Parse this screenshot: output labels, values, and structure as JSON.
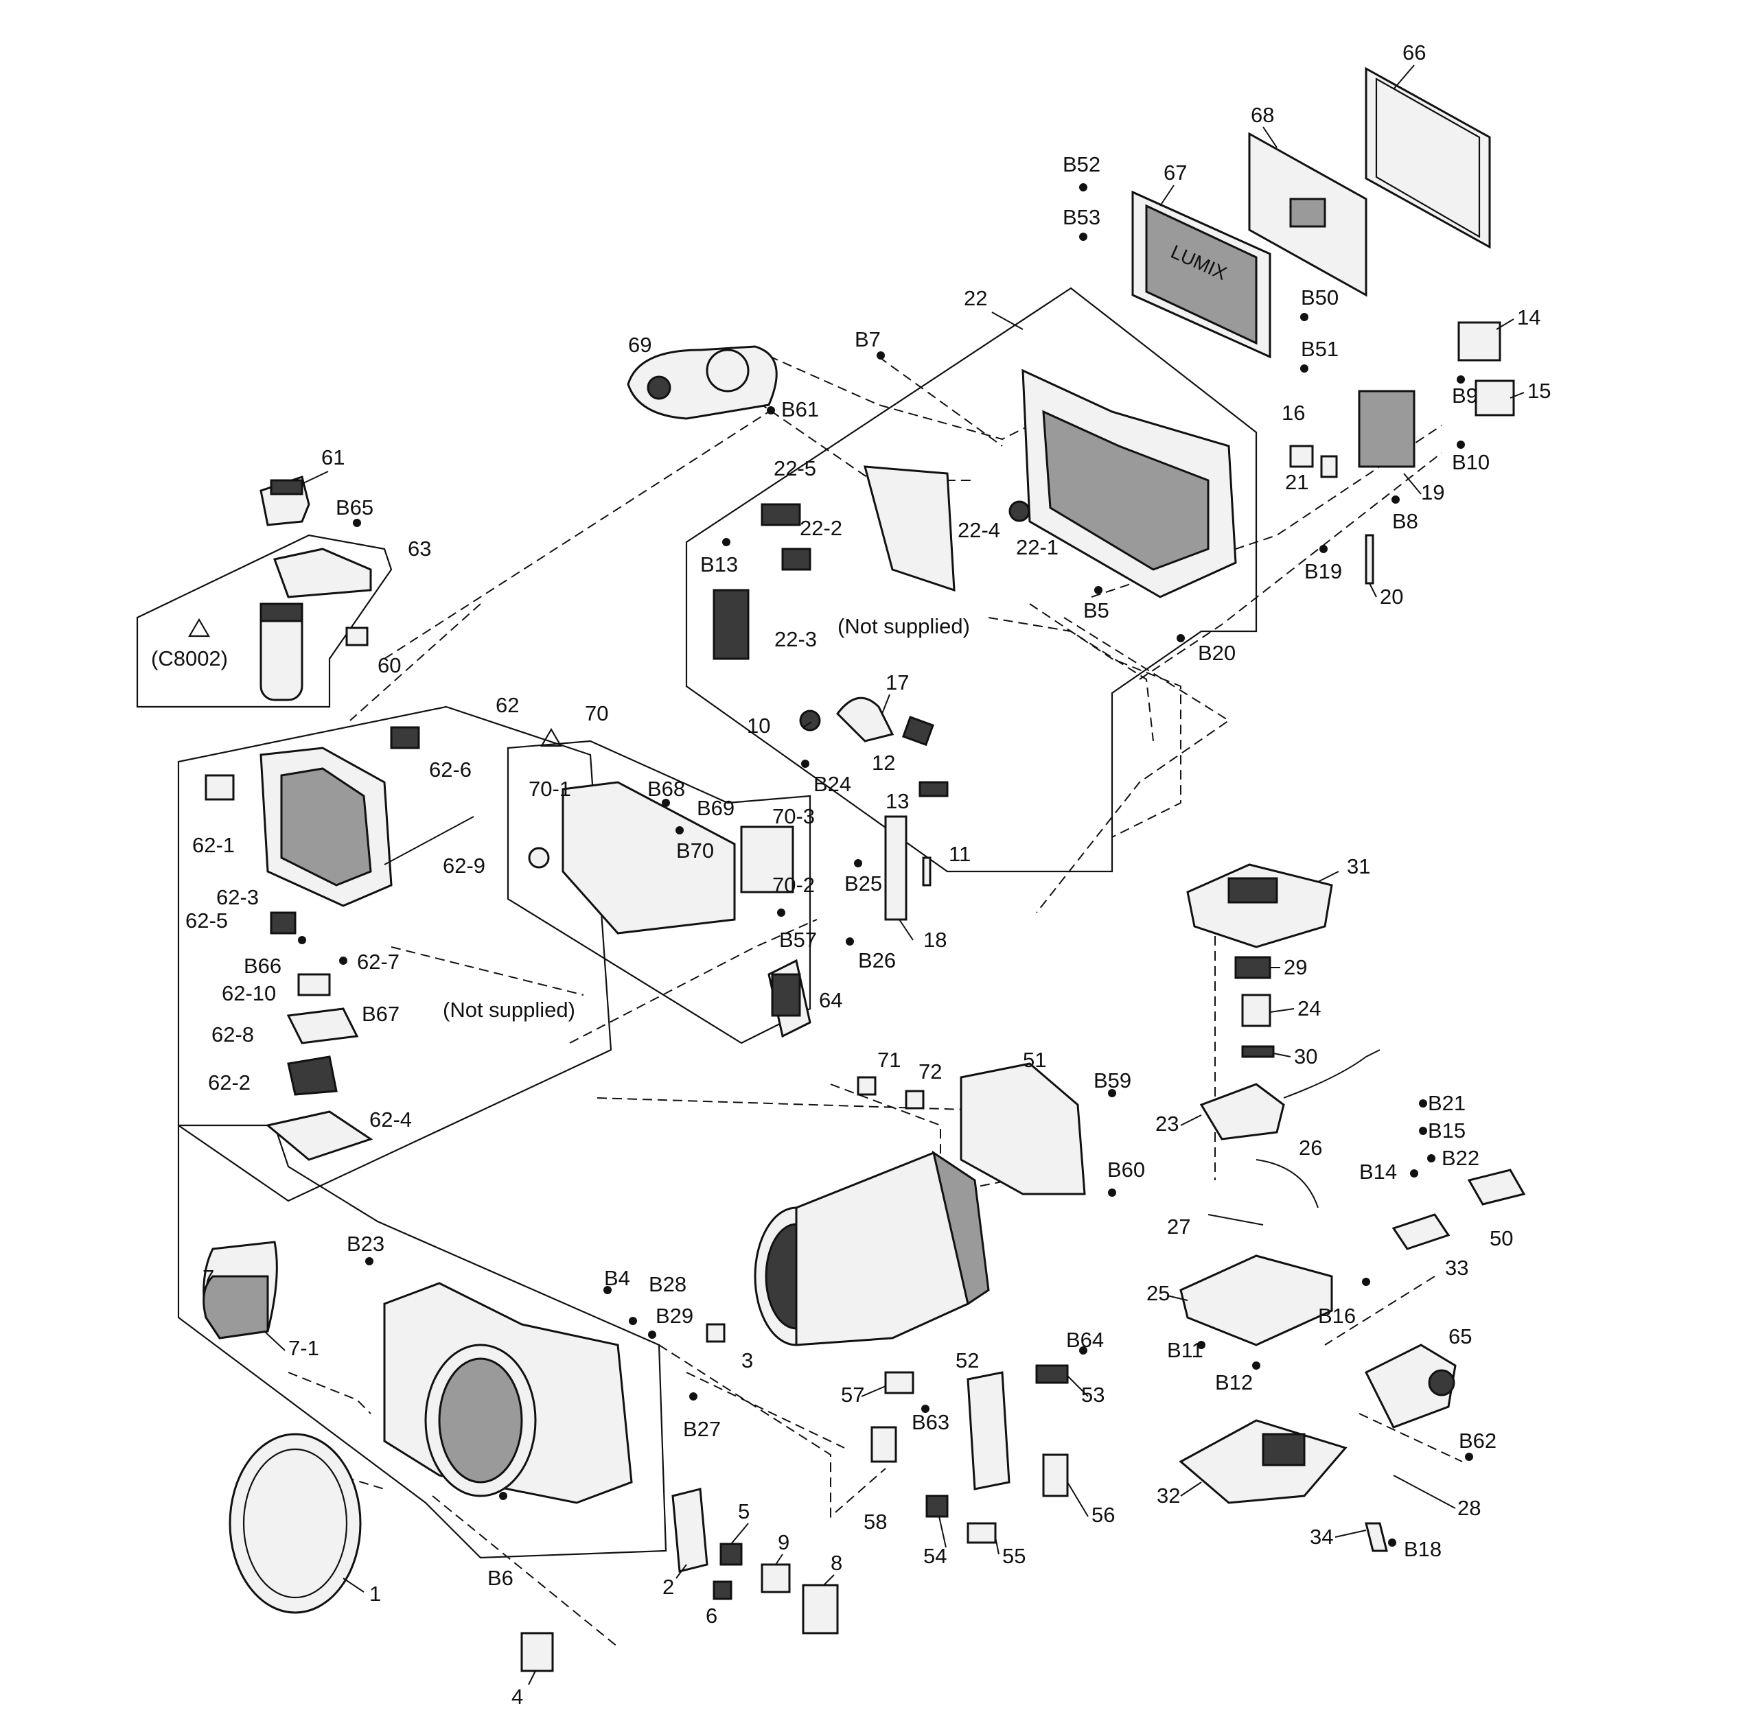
{
  "groups": {
    "g62": "62",
    "g63": "63",
    "g70": "70",
    "g22": "22",
    "g7": "7"
  },
  "labels": {
    "l66": "66",
    "l68": "68",
    "l67": "67",
    "lB52": "B52",
    "lB53": "B53",
    "lB50": "B50",
    "lB51": "B51",
    "l69": "69",
    "lB61": "B61",
    "lB7": "B7",
    "l14": "14",
    "l15": "15",
    "lB9": "B9",
    "lB10": "B10",
    "l16": "16",
    "l21": "21",
    "l19": "19",
    "lB8": "B8",
    "lB19": "B19",
    "l20": "20",
    "l61": "61",
    "lB65": "B65",
    "l60": "60",
    "lC8002": "(C8002)",
    "l22_5": "22-5",
    "l22_2": "22-2",
    "lB13": "B13",
    "l22_4": "22-4",
    "l22_1": "22-1",
    "l22_3": "22-3",
    "lNS1": "(Not supplied)",
    "lB5": "B5",
    "lB20": "B20",
    "l10": "10",
    "l17": "17",
    "l12": "12",
    "lB24": "B24",
    "l13": "13",
    "l11": "11",
    "lB25": "B25",
    "l18": "18",
    "lB26": "B26",
    "l62_6": "62-6",
    "l62_1": "62-1",
    "l62_9": "62-9",
    "l62_3": "62-3",
    "l62_5": "62-5",
    "l62_7": "62-7",
    "lB66": "B66",
    "l62_10": "62-10",
    "lB67": "B67",
    "l62_8": "62-8",
    "l62_2": "62-2",
    "l62_4": "62-4",
    "l70_1": "70-1",
    "lB68": "B68",
    "lB69": "B69",
    "lB70": "B70",
    "l70_3": "70-3",
    "l70_2": "70-2",
    "lB57": "B57",
    "l64": "64",
    "lNS2": "(Not supplied)",
    "l31": "31",
    "l29": "29",
    "l24": "24",
    "l30": "30",
    "l23": "23",
    "l26": "26",
    "l27": "27",
    "l25": "25",
    "lB11": "B11",
    "lB12": "B12",
    "lB21": "B21",
    "lB15": "B15",
    "lB22": "B22",
    "lB14": "B14",
    "l50": "50",
    "l33": "33",
    "lB16": "B16",
    "l65": "65",
    "lB62": "B62",
    "l32": "32",
    "l28": "28",
    "l34": "34",
    "lB18": "B18",
    "l71": "71",
    "l72": "72",
    "l51": "51",
    "lB59": "B59",
    "lB60": "B60",
    "l52": "52",
    "lB64": "B64",
    "l53": "53",
    "l57": "57",
    "lB63": "B63",
    "l58": "58",
    "l56": "56",
    "l54": "54",
    "l55": "55",
    "lB23": "B23",
    "l7_1": "7-1",
    "lB4": "B4",
    "lB28": "B28",
    "lB29": "B29",
    "l3": "3",
    "lB27": "B27",
    "l1": "1",
    "lB6": "B6",
    "l4": "4",
    "l2": "2",
    "l5": "5",
    "l6": "6",
    "l9": "9",
    "l8": "8"
  },
  "nameplate": "LUMIX"
}
